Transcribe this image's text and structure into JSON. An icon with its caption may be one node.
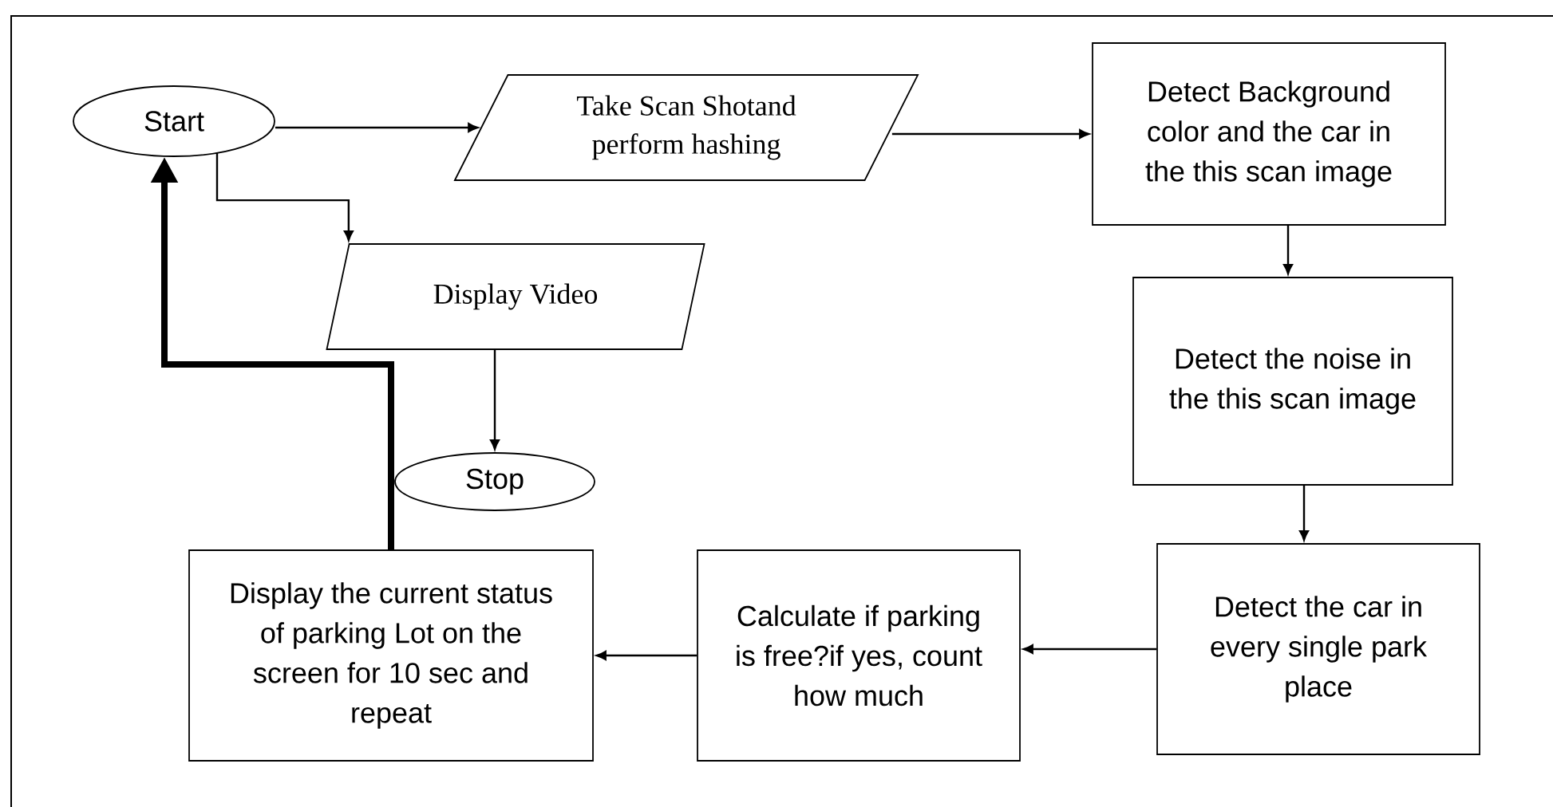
{
  "diagram": {
    "nodes": [
      {
        "text": [
          "Start"
        ]
      },
      {
        "text": [
          "Take Scan Shotand perform hashing"
        ]
      },
      {
        "text": [
          "Display Video"
        ]
      },
      {
        "text": [
          "Stop"
        ]
      },
      {
        "text": [
          "Detect Background color and the car in the this scan image"
        ]
      },
      {
        "text": [
          "Detect the noise in the this scan image"
        ]
      },
      {
        "text": [
          "Detect the car in every single park place"
        ]
      },
      {
        "text": [
          "Calculate if parking is free?if yes, count how much"
        ]
      },
      {
        "text": [
          "Display the current status of parking Lot on the screen for 10 sec and repeat"
        ]
      }
    ],
    "edges": [
      {
        "from": 0,
        "to": 1,
        "arrow": "to"
      },
      {
        "from": 0,
        "to": 2,
        "arrow": "to"
      },
      {
        "from": 2,
        "to": 3,
        "arrow": "to"
      },
      {
        "from": 1,
        "to": 4,
        "arrow": "to"
      },
      {
        "from": 4,
        "to": 5,
        "arrow": "to"
      },
      {
        "from": 5,
        "to": 6,
        "arrow": "to"
      },
      {
        "from": 6,
        "to": 7,
        "arrow": "to"
      },
      {
        "from": 7,
        "to": 8,
        "arrow": "to"
      },
      {
        "from": 8,
        "to": 0,
        "arrow": "to",
        "style": "thick"
      }
    ]
  }
}
